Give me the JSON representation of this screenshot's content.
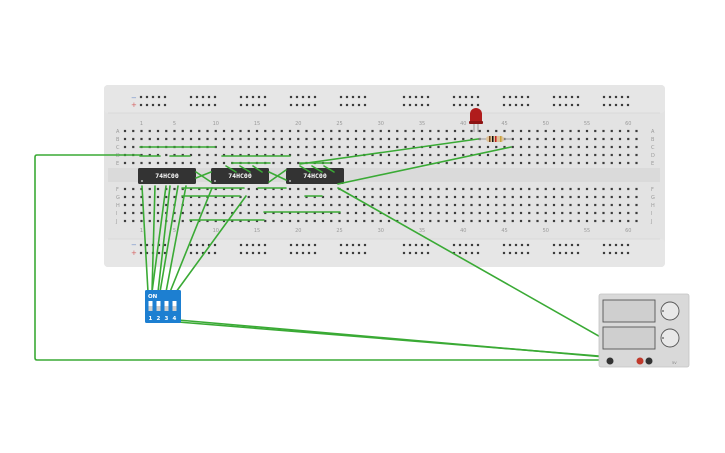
{
  "breadboard": {
    "column_numbers": [
      "1",
      "5",
      "10",
      "15",
      "20",
      "25",
      "30",
      "35",
      "40",
      "45",
      "50",
      "55",
      "60"
    ],
    "row_letters_top": [
      "A",
      "B",
      "C",
      "D",
      "E"
    ],
    "row_letters_bottom": [
      "F",
      "G",
      "H",
      "I",
      "J"
    ],
    "rail_minus": "−",
    "rail_plus": "+"
  },
  "chips": [
    {
      "label": "74HC00"
    },
    {
      "label": "74HC00"
    },
    {
      "label": "74HC00"
    }
  ],
  "dip_switch": {
    "on_label": "ON",
    "numbers": [
      "1",
      "2",
      "3",
      "4"
    ]
  },
  "power_supply": {
    "label": "5V"
  },
  "colors": {
    "wire": "#3aaa35",
    "breadboard": "#e3e3e3",
    "chip": "#333333",
    "dip": "#1d7fd1",
    "led": "#b01c1c",
    "psu": "#d9d9d9"
  }
}
